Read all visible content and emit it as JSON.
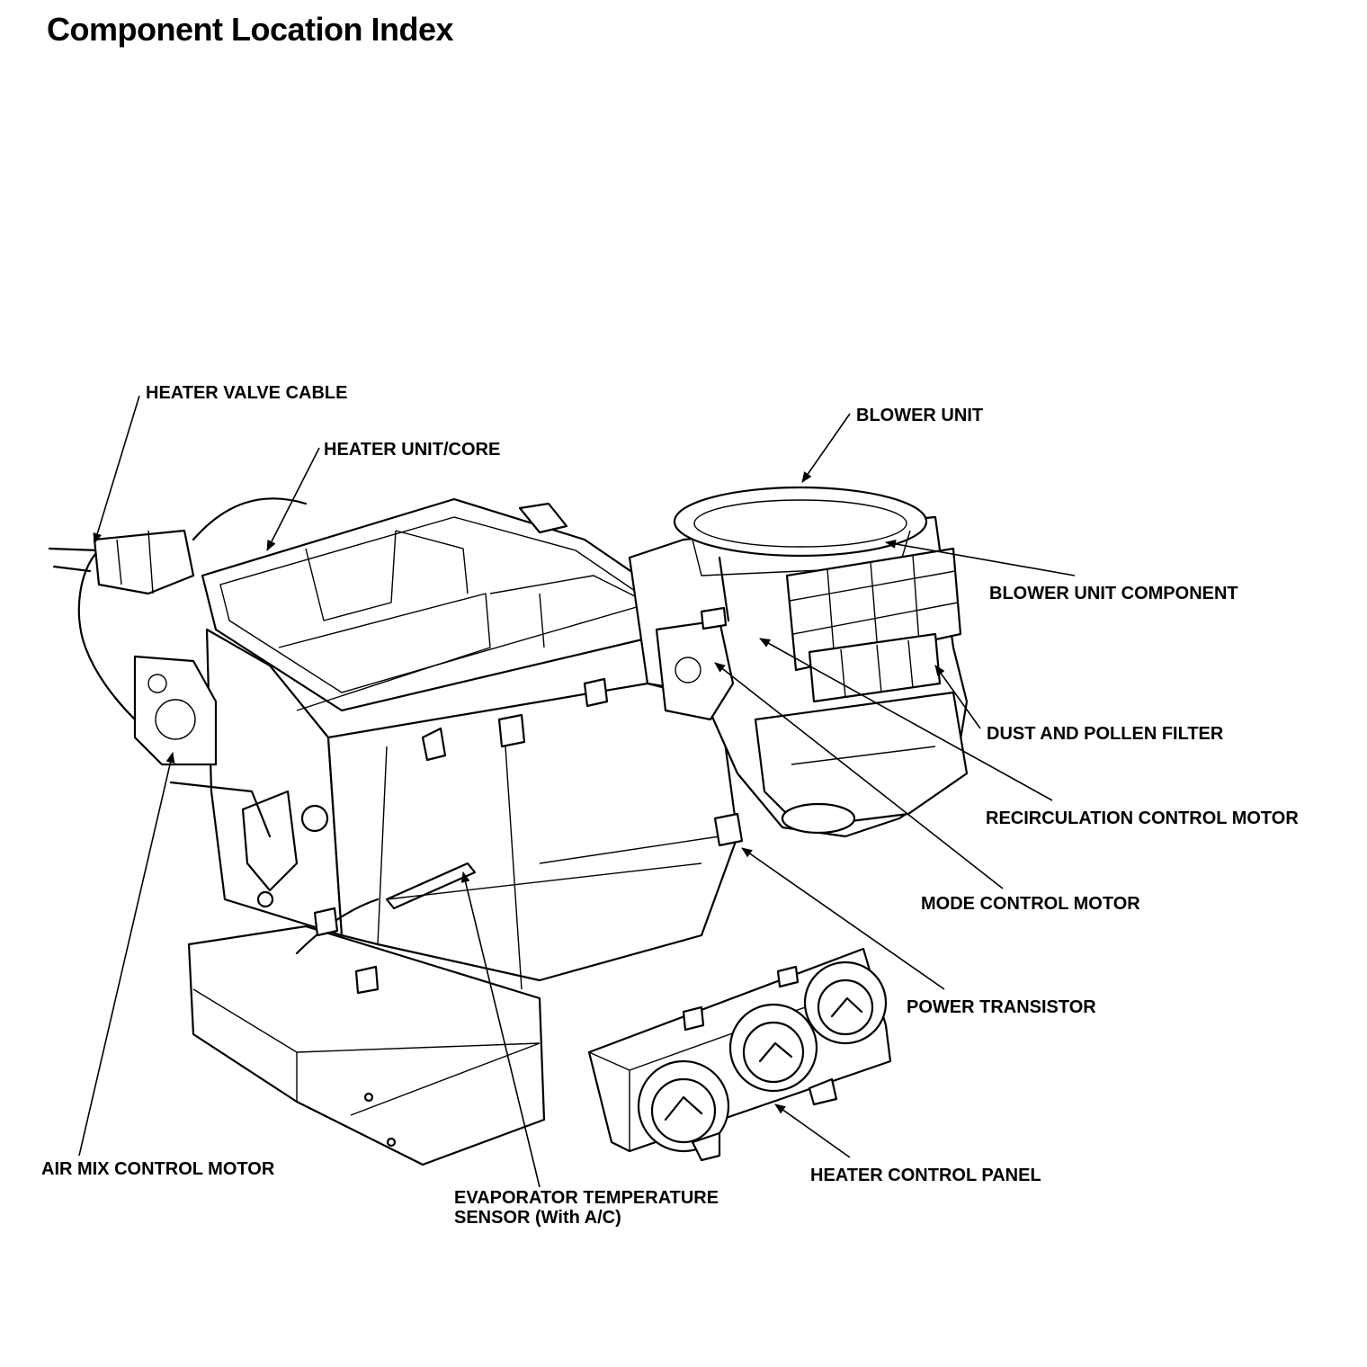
{
  "title": "Component Location Index",
  "labels": {
    "heater_valve_cable": "HEATER VALVE CABLE",
    "heater_unit_core": "HEATER UNIT/CORE",
    "blower_unit": "BLOWER UNIT",
    "blower_unit_component": "BLOWER UNIT COMPONENT",
    "dust_pollen_filter": "DUST AND POLLEN FILTER",
    "recirculation_control_motor": "RECIRCULATION CONTROL MOTOR",
    "mode_control_motor": "MODE CONTROL MOTOR",
    "power_transistor": "POWER TRANSISTOR",
    "heater_control_panel": "HEATER CONTROL PANEL",
    "air_mix_control_motor": "AIR MIX CONTROL MOTOR",
    "evaporator_temperature_sensor": "EVAPORATOR TEMPERATURE\nSENSOR (With A/C)"
  }
}
